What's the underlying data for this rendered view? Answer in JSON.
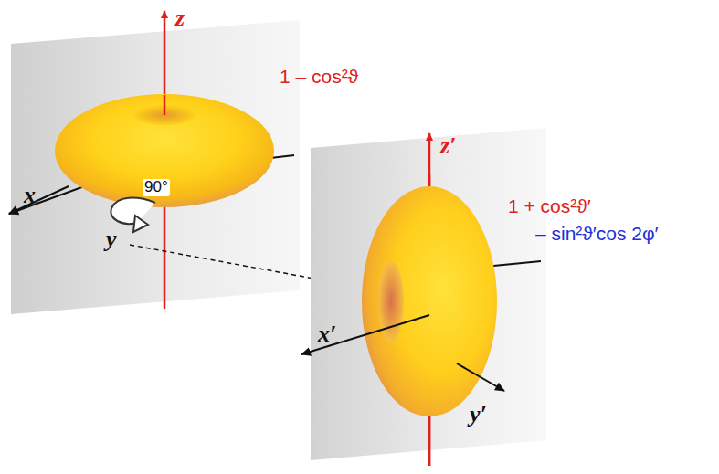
{
  "diagram": {
    "labels": [
      "z",
      "1 – cos²ϑ",
      "x",
      "90°",
      "y",
      "z′",
      "1 + cos²ϑ′",
      "– sin²ϑ′cos 2φ′",
      "x′",
      "y′"
    ]
  }
}
